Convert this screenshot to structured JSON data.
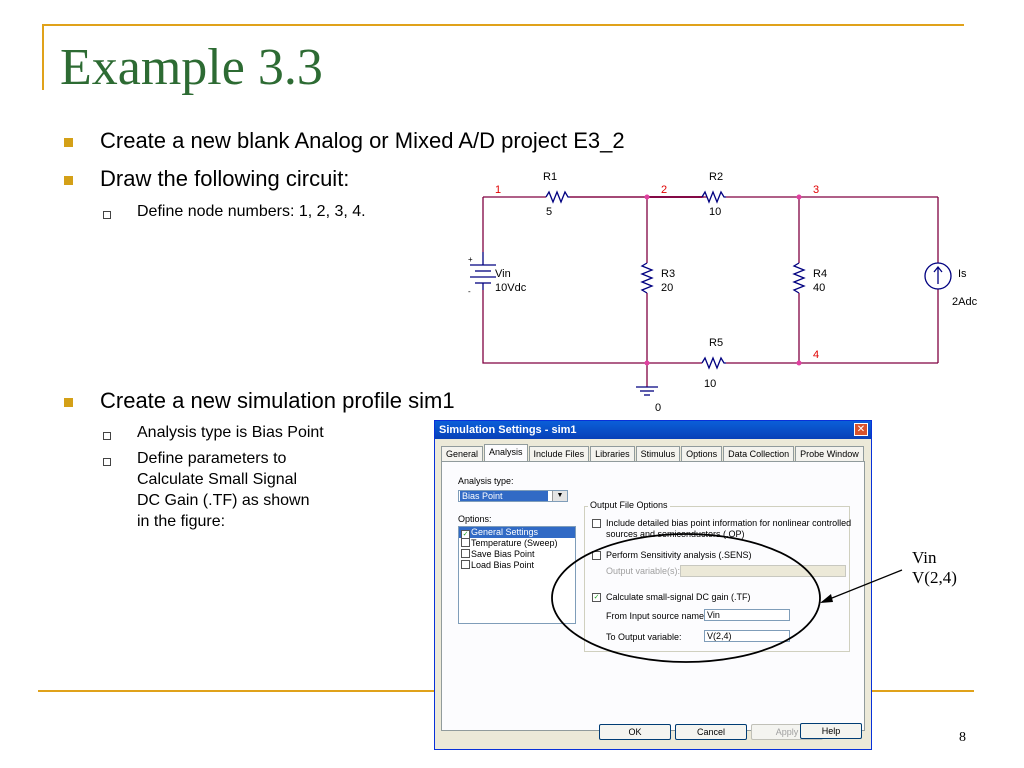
{
  "slide": {
    "title": "Example 3.3",
    "page_number": "8",
    "bullets": [
      "Create a new blank Analog or Mixed A/D project E3_2",
      "Draw the following circuit:",
      "Create a new simulation profile sim1"
    ],
    "sub_bullets": {
      "draw": [
        "Define node numbers: 1, 2, 3, 4."
      ],
      "sim": [
        "Analysis type is Bias Point",
        "Define parameters to",
        "Calculate Small Signal",
        "DC Gain (.TF) as shown",
        "in the figure:"
      ]
    },
    "callout": {
      "line1": "Vin",
      "line2": "V(2,4)"
    },
    "colors": {
      "accent": "#e0a21a",
      "title": "#2d6b33",
      "wire": "#800040",
      "node_label": "#e00000"
    }
  },
  "circuit": {
    "nodes": {
      "n1": "1",
      "n2": "2",
      "n3": "3",
      "n4": "4",
      "gnd": "0"
    },
    "R1": {
      "name": "R1",
      "value": "5"
    },
    "R2": {
      "name": "R2",
      "value": "10"
    },
    "R3": {
      "name": "R3",
      "value": "20"
    },
    "R4": {
      "name": "R4",
      "value": "40"
    },
    "R5": {
      "name": "R5",
      "value": "10"
    },
    "Vin": {
      "name": "Vin",
      "value": "10Vdc",
      "plus": "+",
      "minus": "-"
    },
    "Is": {
      "name": "Is",
      "value": "2Adc"
    }
  },
  "dialog": {
    "title": "Simulation Settings - sim1",
    "close": "✕",
    "tabs": [
      "General",
      "Analysis",
      "Include Files",
      "Libraries",
      "Stimulus",
      "Options",
      "Data Collection",
      "Probe Window"
    ],
    "analysis_type_label": "Analysis type:",
    "analysis_type_value": "Bias Point",
    "dropdown_arrow": "▼",
    "options_label": "Options:",
    "options": [
      "General Settings",
      "Temperature (Sweep)",
      "Save Bias Point",
      "Load Bias Point"
    ],
    "output_file_options_label": "Output File Options",
    "include_detailed_line1": "Include detailed bias point information for nonlinear controlled",
    "include_detailed_line2": "sources and semiconductors (.OP)",
    "sensitivity_label": "Perform Sensitivity analysis (.SENS)",
    "output_variables_label": "Output variable(s):",
    "tf_label": "Calculate small-signal DC gain (.TF)",
    "from_input_label": "From Input source name:",
    "from_input_value": "Vin",
    "to_output_label": "To Output variable:",
    "to_output_value": "V(2,4)",
    "check_mark": "✓",
    "buttons": {
      "ok": "OK",
      "cancel": "Cancel",
      "apply": "Apply",
      "help": "Help"
    }
  }
}
